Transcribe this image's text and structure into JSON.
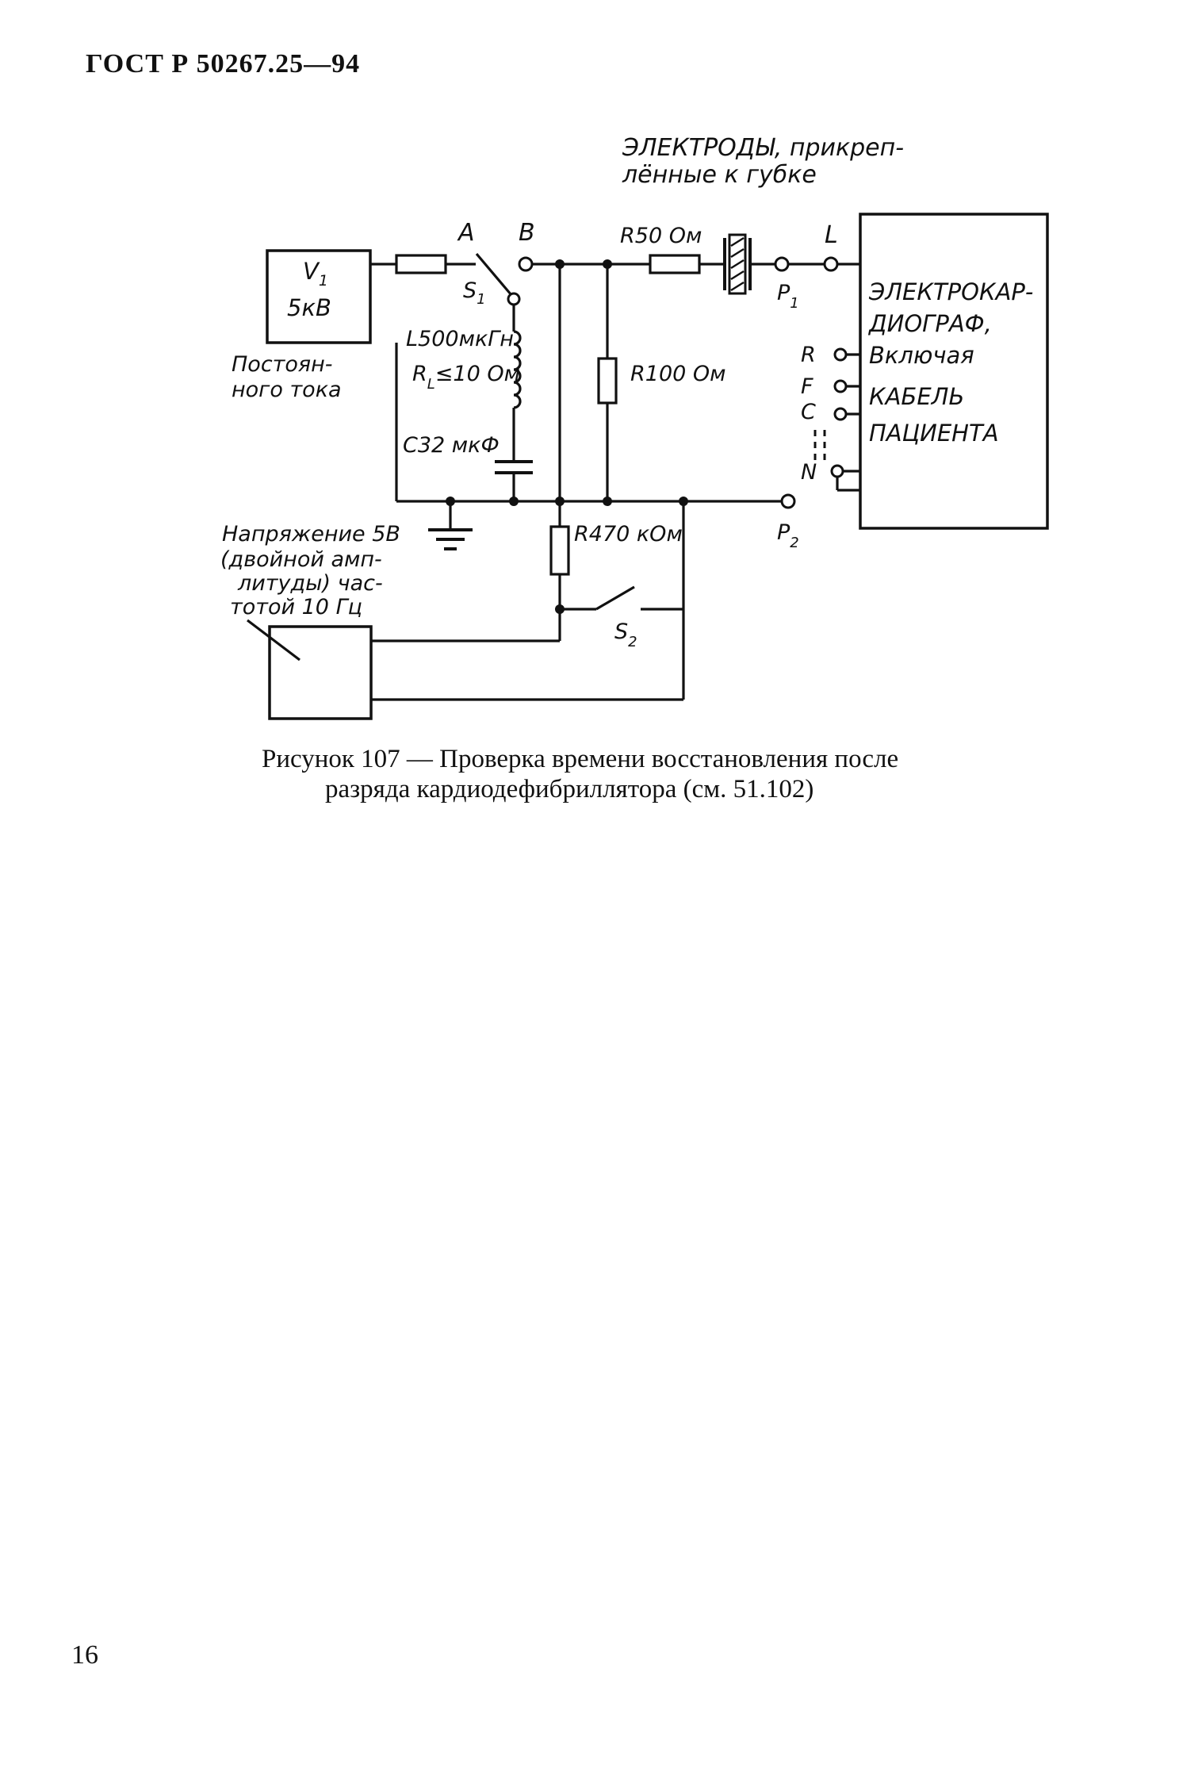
{
  "header": {
    "text": "ГОСТ Р 50267.25—94"
  },
  "diagram": {
    "electrodes_note": [
      "ЭЛЕКТРОДЫ, прикреп-",
      "лённые к губке"
    ],
    "source": {
      "line1": "V",
      "line1_sub": "1",
      "line2": "5кВ"
    },
    "source_note": [
      "Постоян-",
      "ного тока"
    ],
    "points": {
      "A": "A",
      "B": "B",
      "L": "L",
      "S1": "S",
      "S1_sub": "1",
      "P1": "P",
      "P1_sub": "1",
      "P2": "P",
      "P2_sub": "2",
      "R": "R",
      "F": "F",
      "C": "C",
      "N": "N",
      "S2": "S",
      "S2_sub": "2"
    },
    "components": {
      "r50": "R50 Ом",
      "inductor": "L500мкГн",
      "rl_main": "R",
      "rl_sub": "L",
      "rl_value": "≤10 Ом",
      "capacitor": "C32 мкФ",
      "r100": "R100 Ом",
      "r470": "R470 кОм"
    },
    "ecg_box": [
      "ЭЛЕКТРОКАР-",
      "ДИОГРАФ,",
      "Включая",
      "КАБЕЛЬ",
      "ПАЦИЕНТА"
    ],
    "generator_note": [
      "Напряжение 5В",
      "(двойной амп-",
      "литуды) час-",
      "тотой 10 Гц"
    ]
  },
  "caption": {
    "line1": "Рисунок 107 — Проверка времени восстановления после",
    "line2": "разряда кардиодефибриллятора (см. 51.102)"
  },
  "page_number": "16"
}
